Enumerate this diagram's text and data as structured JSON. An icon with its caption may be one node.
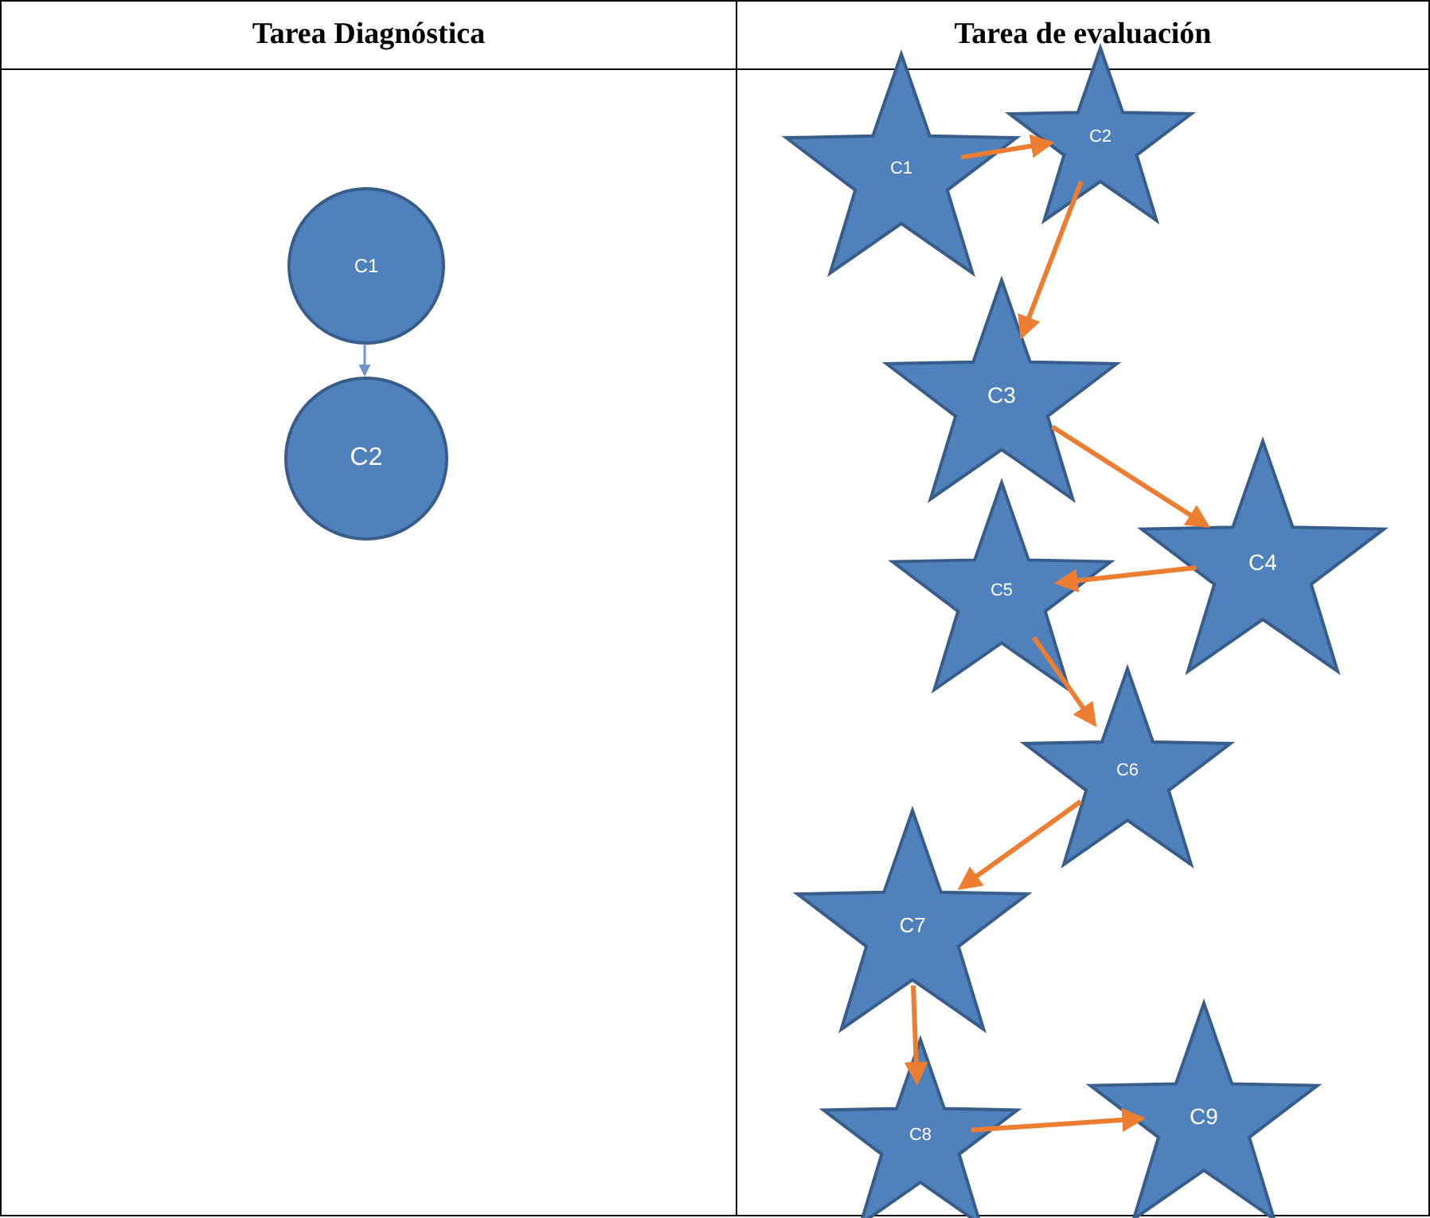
{
  "diagram": {
    "nodes": [
      {
        "text": [
          "Tarea Diagnóstica"
        ]
      },
      {
        "text": [
          "C1"
        ],
        "in": 0
      },
      {
        "text": [
          "C2"
        ],
        "in": 0
      },
      {
        "text": [
          "Tarea de evaluación"
        ]
      },
      {
        "text": [
          "C1"
        ],
        "in": 3
      },
      {
        "text": [
          "C2"
        ],
        "in": 3
      },
      {
        "text": [
          "C3"
        ],
        "in": 3
      },
      {
        "text": [
          "C4"
        ],
        "in": 3
      },
      {
        "text": [
          "C5"
        ],
        "in": 3
      },
      {
        "text": [
          "C6"
        ],
        "in": 3
      },
      {
        "text": [
          "C7"
        ],
        "in": 3
      },
      {
        "text": [
          "C8"
        ],
        "in": 3
      },
      {
        "text": [
          "C9"
        ],
        "in": 3
      }
    ],
    "edges": [
      {
        "from": 1,
        "to": 2,
        "arrow": "to",
        "color": "#6f93cc"
      },
      {
        "from": 4,
        "to": 5,
        "arrow": "to"
      },
      {
        "from": 5,
        "to": 6,
        "arrow": "to"
      },
      {
        "from": 6,
        "to": 7,
        "arrow": "to"
      },
      {
        "from": 7,
        "to": 8,
        "arrow": "to"
      },
      {
        "from": 8,
        "to": 9,
        "arrow": "to"
      },
      {
        "from": 9,
        "to": 10,
        "arrow": "to"
      },
      {
        "from": 10,
        "to": 11,
        "arrow": "to"
      },
      {
        "from": 11,
        "to": 12,
        "arrow": "to"
      }
    ]
  }
}
